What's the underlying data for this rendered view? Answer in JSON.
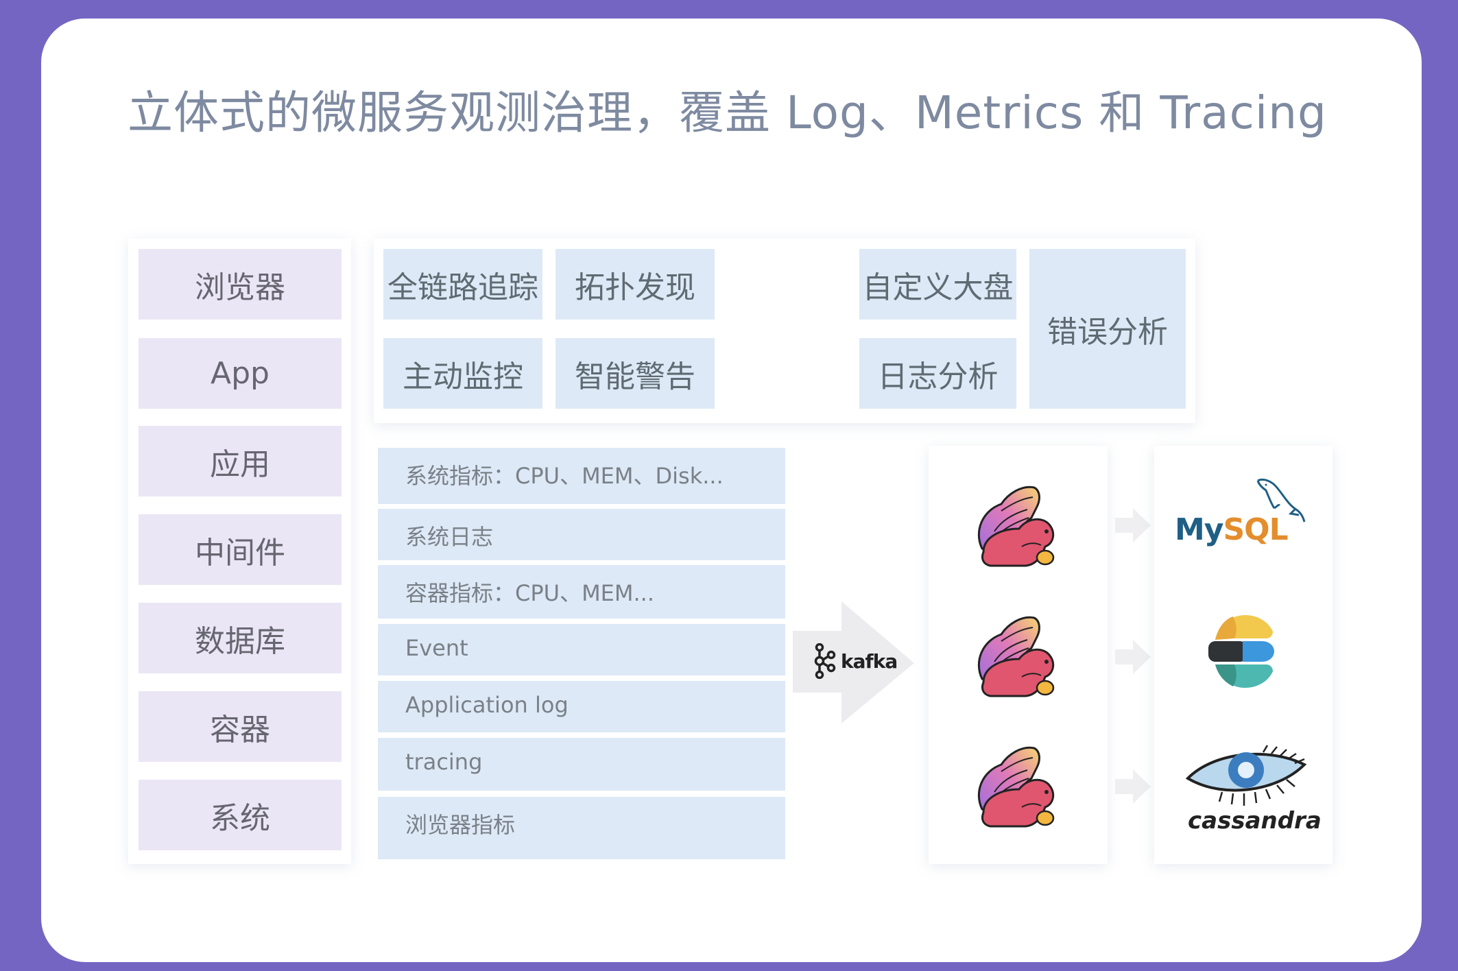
{
  "title": "立体式的微服务观测治理，覆盖 Log、Metrics 和 Tracing",
  "colors": {
    "background": "#7565c2",
    "card": "#ffffff",
    "title_text": "#7e8aa0",
    "source_box": "#ebe6f5",
    "feature_box": "#dde9f6",
    "list_row": "#dde9f6"
  },
  "sources": [
    {
      "label": "浏览器"
    },
    {
      "label": "App"
    },
    {
      "label": "应用"
    },
    {
      "label": "中间件"
    },
    {
      "label": "数据库"
    },
    {
      "label": "容器"
    },
    {
      "label": "系统"
    }
  ],
  "features": [
    {
      "label": "全链路追踪"
    },
    {
      "label": "拓扑发现"
    },
    {
      "label": "自定义大盘"
    },
    {
      "label": "错误分析"
    },
    {
      "label": "主动监控"
    },
    {
      "label": "智能警告"
    },
    {
      "label": "日志分析"
    }
  ],
  "data_types": [
    {
      "label": "系统指标：CPU、MEM、Disk..."
    },
    {
      "label": "系统日志"
    },
    {
      "label": "容器指标：CPU、MEM..."
    },
    {
      "label": "Event"
    },
    {
      "label": "Application log"
    },
    {
      "label": "tracing"
    },
    {
      "label": "浏览器指标"
    }
  ],
  "pipeline": {
    "queue": {
      "label": "kafka",
      "icon": "kafka-logo-icon"
    },
    "processors": [
      {
        "icon": "flink-squirrel-icon"
      },
      {
        "icon": "flink-squirrel-icon"
      },
      {
        "icon": "flink-squirrel-icon"
      }
    ],
    "storage": [
      {
        "name": "MySQL",
        "my": "My",
        "sql": "SQL",
        "icon": "mysql-dolphin-icon"
      },
      {
        "name": "Elasticsearch",
        "icon": "elasticsearch-icon"
      },
      {
        "name": "cassandra",
        "label": "cassandra",
        "icon": "cassandra-eye-icon"
      }
    ]
  }
}
